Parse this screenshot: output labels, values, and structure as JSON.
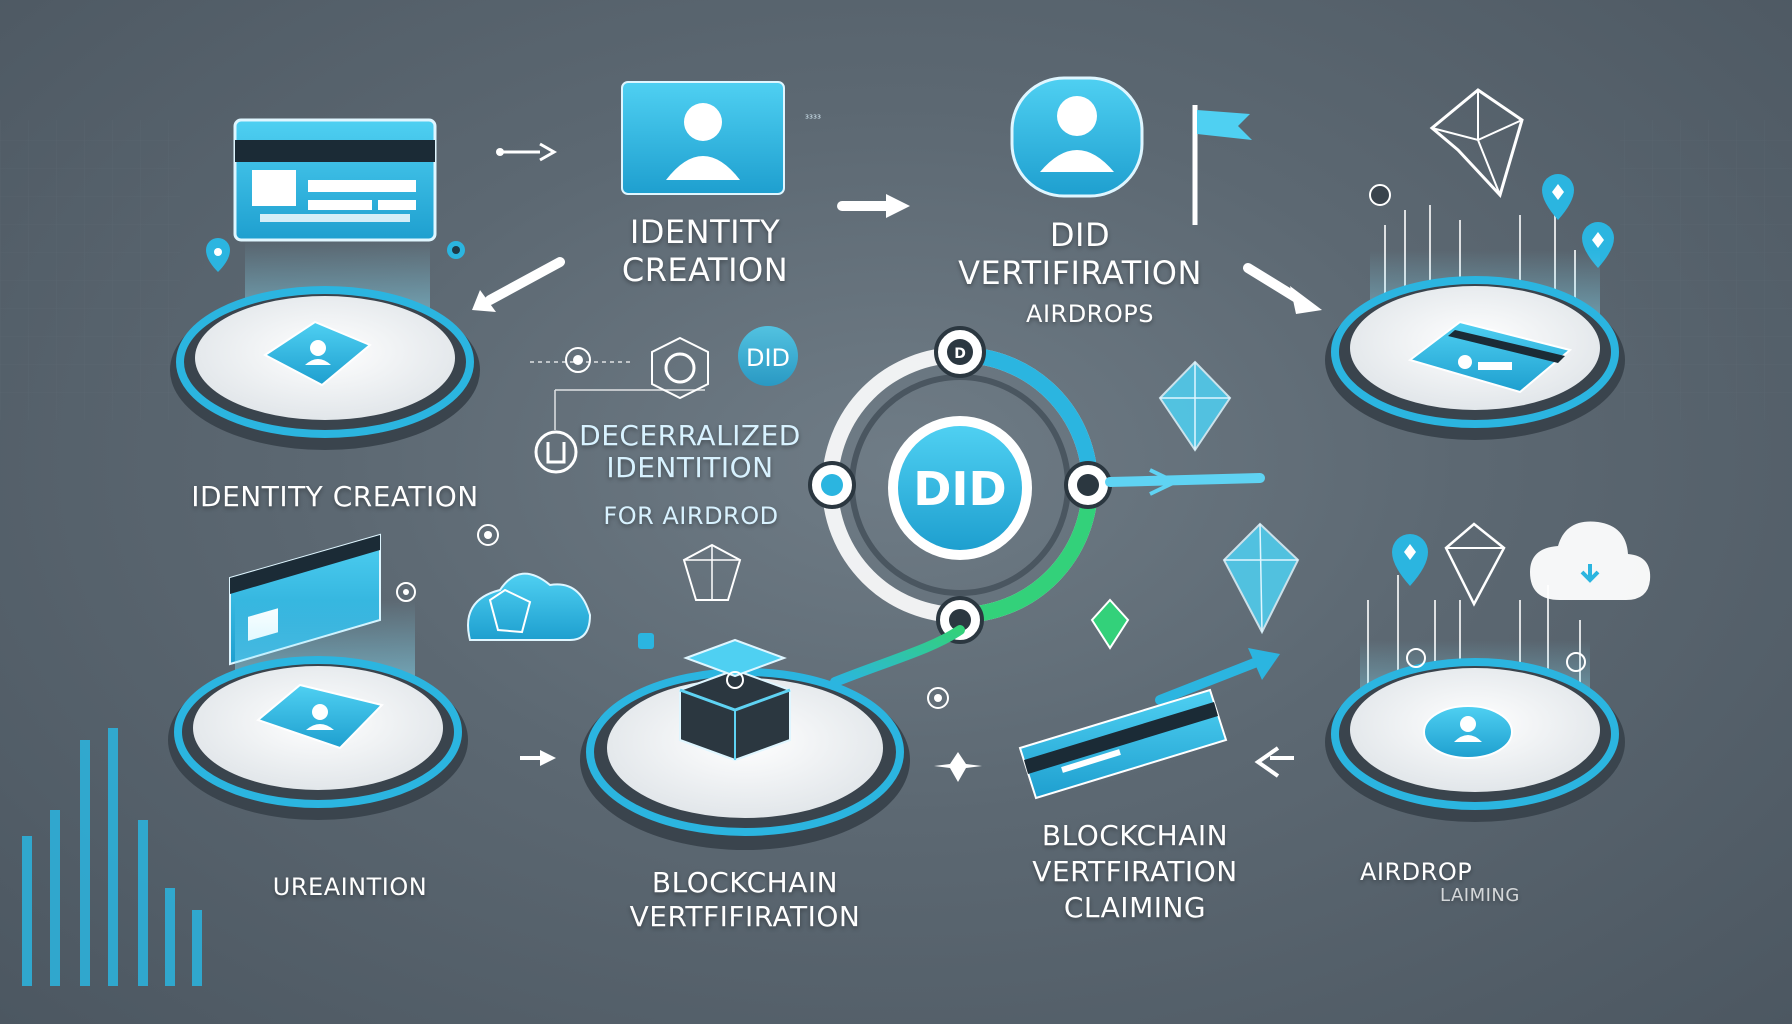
{
  "labels": {
    "identity_creation_top_line1": "IDENTITY",
    "identity_creation_top_line2": "CREATION",
    "did_verification_line1": "DID",
    "did_verification_line2": "VERTIFIRATION",
    "airdrops": "AIRDROPS",
    "identity_creation_left": "IDENTITY CREATION",
    "decentralized_line1": "DECERRALIZED",
    "decentralized_line2": "IDENTITION",
    "for_airdrop": "FOR AIRDROD",
    "creation_bottom": "UREAINTION",
    "blockchain_bottom_line1": "BLOCKCHAIN",
    "blockchain_bottom_line2": "VERTFIFIRATION",
    "blockchain_claim_line1": "BLOCKCHAIN",
    "blockchain_claim_line2": "VERTFIRATION",
    "blockchain_claim_line3": "CLAIMING",
    "airdrop_line1": "AIRDROP",
    "airdrop_line2": "LAIMING",
    "center_badge": "DID",
    "did_badge_small": "DID",
    "tiny_marker": "³³³³"
  },
  "colors": {
    "background": "#5c6872",
    "accent": "#2bb5e0",
    "accent_light": "#5fd3f3",
    "green": "#33d17a",
    "platform": "#f1f3f4",
    "ring_dark": "#3a444d"
  },
  "icons": [
    "id-card-icon",
    "user-profile-icon",
    "flag-icon",
    "diamond-token-icon",
    "location-pin-icon",
    "blockchain-server-icon",
    "cloud-icon",
    "arrow-icon",
    "did-badge-icon",
    "bar-chart-icon"
  ]
}
